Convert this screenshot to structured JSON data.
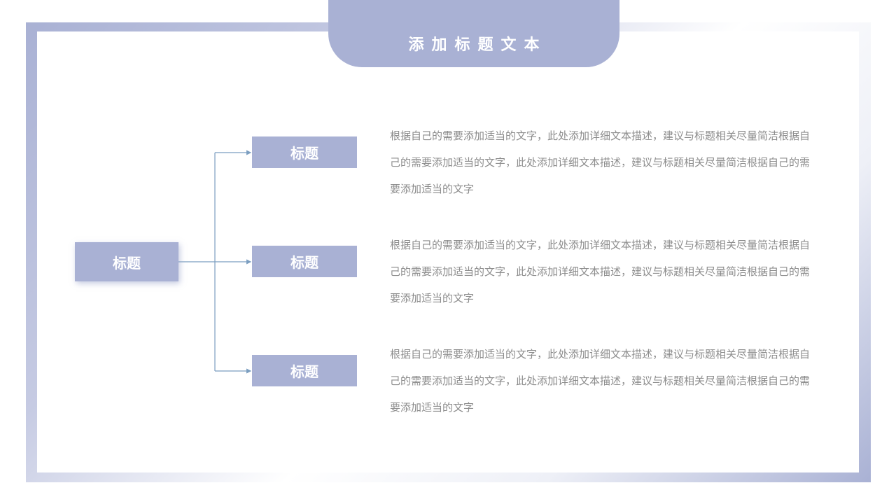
{
  "slide": {
    "title": "添加标题文本"
  },
  "diagram": {
    "root": {
      "label": "标题"
    },
    "branches": [
      {
        "label": "标题",
        "text": "根据自己的需要添加适当的文字，此处添加详细文本描述，建议与标题相关尽量简洁根据自己的需要添加适当的文字，此处添加详细文本描述，建议与标题相关尽量简洁根据自己的需要添加适当的文字"
      },
      {
        "label": "标题",
        "text": "根据自己的需要添加适当的文字，此处添加详细文本描述，建议与标题相关尽量简洁根据自己的需要添加适当的文字，此处添加详细文本描述，建议与标题相关尽量简洁根据自己的需要添加适当的文字"
      },
      {
        "label": "标题",
        "text": "根据自己的需要添加适当的文字，此处添加详细文本描述，建议与标题相关尽量简洁根据自己的需要添加适当的文字，此处添加详细文本描述，建议与标题相关尽量简洁根据自己的需要添加适当的文字"
      }
    ]
  },
  "colors": {
    "accent": "#a9b1d4",
    "connector": "#7b9ec0",
    "text": "#8c8c8c"
  }
}
